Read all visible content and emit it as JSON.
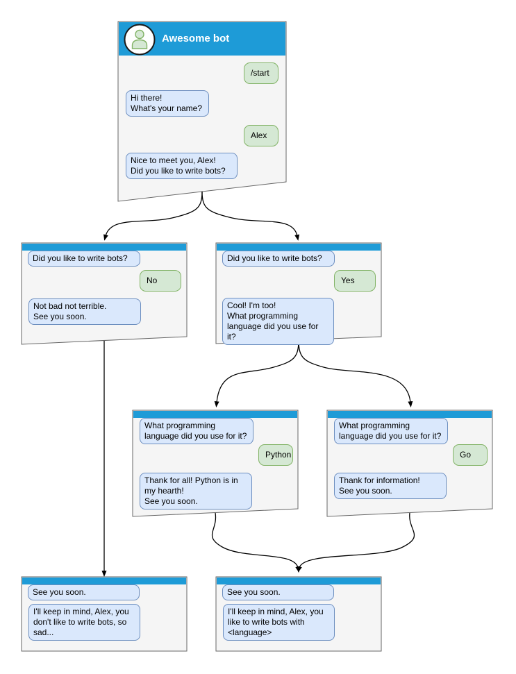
{
  "windows": [
    {
      "name": "start",
      "title": "Awesome bot",
      "messages": [
        {
          "side": "user",
          "text": "/start"
        },
        {
          "side": "bot",
          "text": "Hi there!\nWhat's your name?"
        },
        {
          "side": "user",
          "text": "Alex"
        },
        {
          "side": "bot",
          "text": "Nice to meet you, Alex!\nDid you like to write bots?"
        }
      ]
    },
    {
      "name": "branch-no",
      "messages": [
        {
          "side": "bot",
          "text": "Did you like to write bots?"
        },
        {
          "side": "user",
          "text": "No"
        },
        {
          "side": "bot",
          "text": "Not bad not terrible.\nSee you soon."
        }
      ]
    },
    {
      "name": "branch-yes",
      "messages": [
        {
          "side": "bot",
          "text": "Did you like to write bots?"
        },
        {
          "side": "user",
          "text": "Yes"
        },
        {
          "side": "bot",
          "text": "Cool! I'm too!\nWhat programming\nlanguage did you use for it?"
        }
      ]
    },
    {
      "name": "branch-python",
      "messages": [
        {
          "side": "bot",
          "text": "What programming\nlanguage did you use for it?"
        },
        {
          "side": "user",
          "text": "Python"
        },
        {
          "side": "bot",
          "text": "Thank for all! Python is in\nmy hearth!\nSee you soon."
        }
      ]
    },
    {
      "name": "branch-go",
      "messages": [
        {
          "side": "bot",
          "text": "What programming\nlanguage did you use for it?"
        },
        {
          "side": "user",
          "text": "Go"
        },
        {
          "side": "bot",
          "text": "Thank for information!\nSee you soon."
        }
      ]
    },
    {
      "name": "end-no",
      "messages": [
        {
          "side": "bot",
          "text": "See you soon."
        },
        {
          "side": "bot",
          "text": "I'll keep in mind, Alex, you\ndon't like to write bots, so\nsad..."
        }
      ]
    },
    {
      "name": "end-yes",
      "messages": [
        {
          "side": "bot",
          "text": "See you soon."
        },
        {
          "side": "bot",
          "text": "I'll keep in mind, Alex, you\nlike to write bots with\n<language>"
        }
      ]
    }
  ],
  "colors": {
    "header_blue": "#1E9BD7",
    "window_fill": "#f5f5f5",
    "window_border": "#666666",
    "bot_bubble_fill": "#dae8fc",
    "bot_bubble_border": "#6c8ebf",
    "user_bubble_fill": "#d5e8d4",
    "user_bubble_border": "#82b366",
    "title_color": "#ffffff",
    "connector": "#000000"
  }
}
